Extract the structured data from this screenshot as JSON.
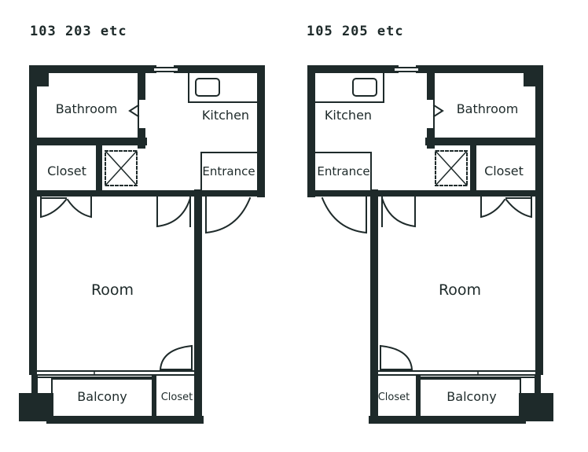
{
  "colors": {
    "wall": "#1e2a2a",
    "paper": "#ffffff"
  },
  "units": [
    {
      "title": "103 203 etc",
      "rooms": {
        "bathroom": "Bathroom",
        "kitchen": "Kitchen",
        "closet": "Closet",
        "entrance": "Entrance",
        "room": "Room",
        "balcony": "Balcony",
        "closet2": "Closet"
      }
    },
    {
      "title": "105 205 etc",
      "rooms": {
        "bathroom": "Bathroom",
        "kitchen": "Kitchen",
        "closet": "Closet",
        "entrance": "Entrance",
        "room": "Room",
        "balcony": "Balcony",
        "closet2": "Closet"
      }
    }
  ]
}
